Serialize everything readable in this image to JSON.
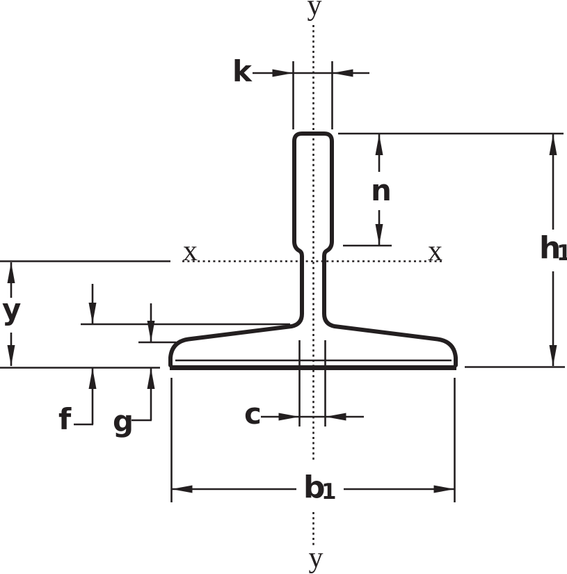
{
  "diagram": {
    "type": "technical-drawing",
    "subject": "rail profile cross-section with dimension annotations",
    "colors": {
      "ink": "#231f20",
      "background": "#ffffff"
    },
    "axes": {
      "y_axis_top_label": "y",
      "y_axis_bottom_label": "y",
      "x_axis_left_label": "x",
      "x_axis_right_label": "x"
    },
    "dimensions": {
      "k": "k",
      "n": "n",
      "h1": {
        "base": "h",
        "sub": "1"
      },
      "y": "y",
      "f": "f",
      "g": "g",
      "c": "c",
      "b1": {
        "base": "b",
        "sub": "1"
      }
    }
  }
}
